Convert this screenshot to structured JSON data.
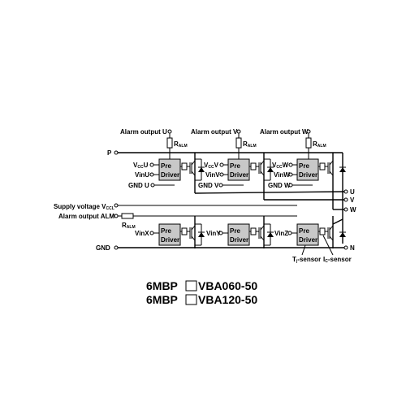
{
  "labels": {
    "alarm_u": "Alarm output  U",
    "alarm_v": "Alarm output  V",
    "alarm_w": "Alarm output  W",
    "ralm": "R",
    "ralm_sub": "ALM",
    "p": "P",
    "vccu": "V",
    "vccu_sub": "CC",
    "vccu_end": "U",
    "vccv": "V",
    "vccv_sub": "CC",
    "vccv_end": "V",
    "vccw": "V",
    "vccw_sub": "CC",
    "vccw_end": "W",
    "vinu": "VinU",
    "vinv": "VinV",
    "vinw": "VinW",
    "gndu": "GND U",
    "gndv": "GND V",
    "gndw": "GND W",
    "out_u": "U",
    "out_v": "V",
    "out_w": "W",
    "supply": "Supply voltage  V",
    "supply_sub": "CCL",
    "alarm_alm": "Alarm output  ALM",
    "vinx": "VinX",
    "viny": "VinY",
    "vinz": "VinZ",
    "gnd": "GND",
    "n": "N",
    "tj": "T",
    "tj_sub": "j",
    "tj_end": "-sensor",
    "ic": "I",
    "ic_sub": "C",
    "ic_end": "-sensor",
    "pre": "Pre",
    "driver": "Driver"
  },
  "models": [
    "6MBP",
    "VBA060-50",
    "6MBP",
    "VBA120-50"
  ],
  "colors": {
    "driver_fill": "#c8c8c8",
    "line": "#000000"
  }
}
